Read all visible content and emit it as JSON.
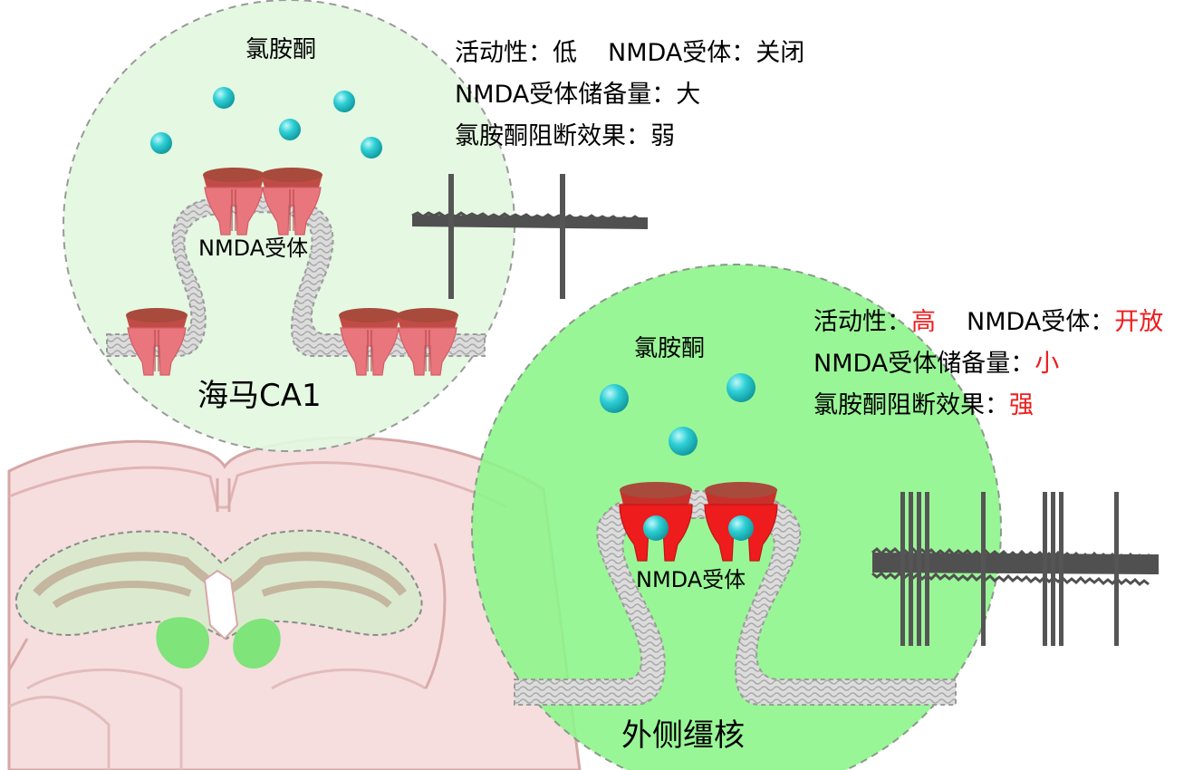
{
  "colors": {
    "bg": "#ffffff",
    "brain_fill": "#f6dede",
    "brain_stroke": "#d6a6a6",
    "hipp_circle": "#e2f8e0",
    "la_circle": "#9af598",
    "membrane": "#c7c7c7",
    "ketamine_ball": "#1fc6cc",
    "receptor_closed": "#e9767c",
    "receptor_open": "#ee1c1c",
    "receptor_cap": "#a84a3c",
    "trace": "#555555",
    "highlight_text": "#ee1c1c"
  },
  "hippocampus": {
    "ketamine_label": "氯胺酮",
    "receptor_label": "NMDA受体",
    "region_label": "海马CA1",
    "stats": {
      "activity_key": "活动性：",
      "activity_val": "低",
      "nmda_key": "NMDA受体：",
      "nmda_val": "关闭",
      "reserve_key": "NMDA受体储备量：",
      "reserve_val": "大",
      "block_key": "氯胺酮阻断效果：",
      "block_val": "弱"
    }
  },
  "lateral_habenula": {
    "ketamine_label": "氯胺酮",
    "receptor_label": "NMDA受体",
    "region_label": "外侧缰核",
    "stats": {
      "activity_key": "活动性：",
      "activity_val": "高",
      "nmda_key": "NMDA受体：",
      "nmda_val": "开放",
      "reserve_key": "NMDA受体储备量：",
      "reserve_val": "小",
      "block_key": "氯胺酮阻断效果：",
      "block_val": "强"
    }
  },
  "icons": [
    "brain-section-icon",
    "membrane-icon",
    "nmda-receptor-icon",
    "ketamine-molecule-icon",
    "spike-trace-icon"
  ]
}
